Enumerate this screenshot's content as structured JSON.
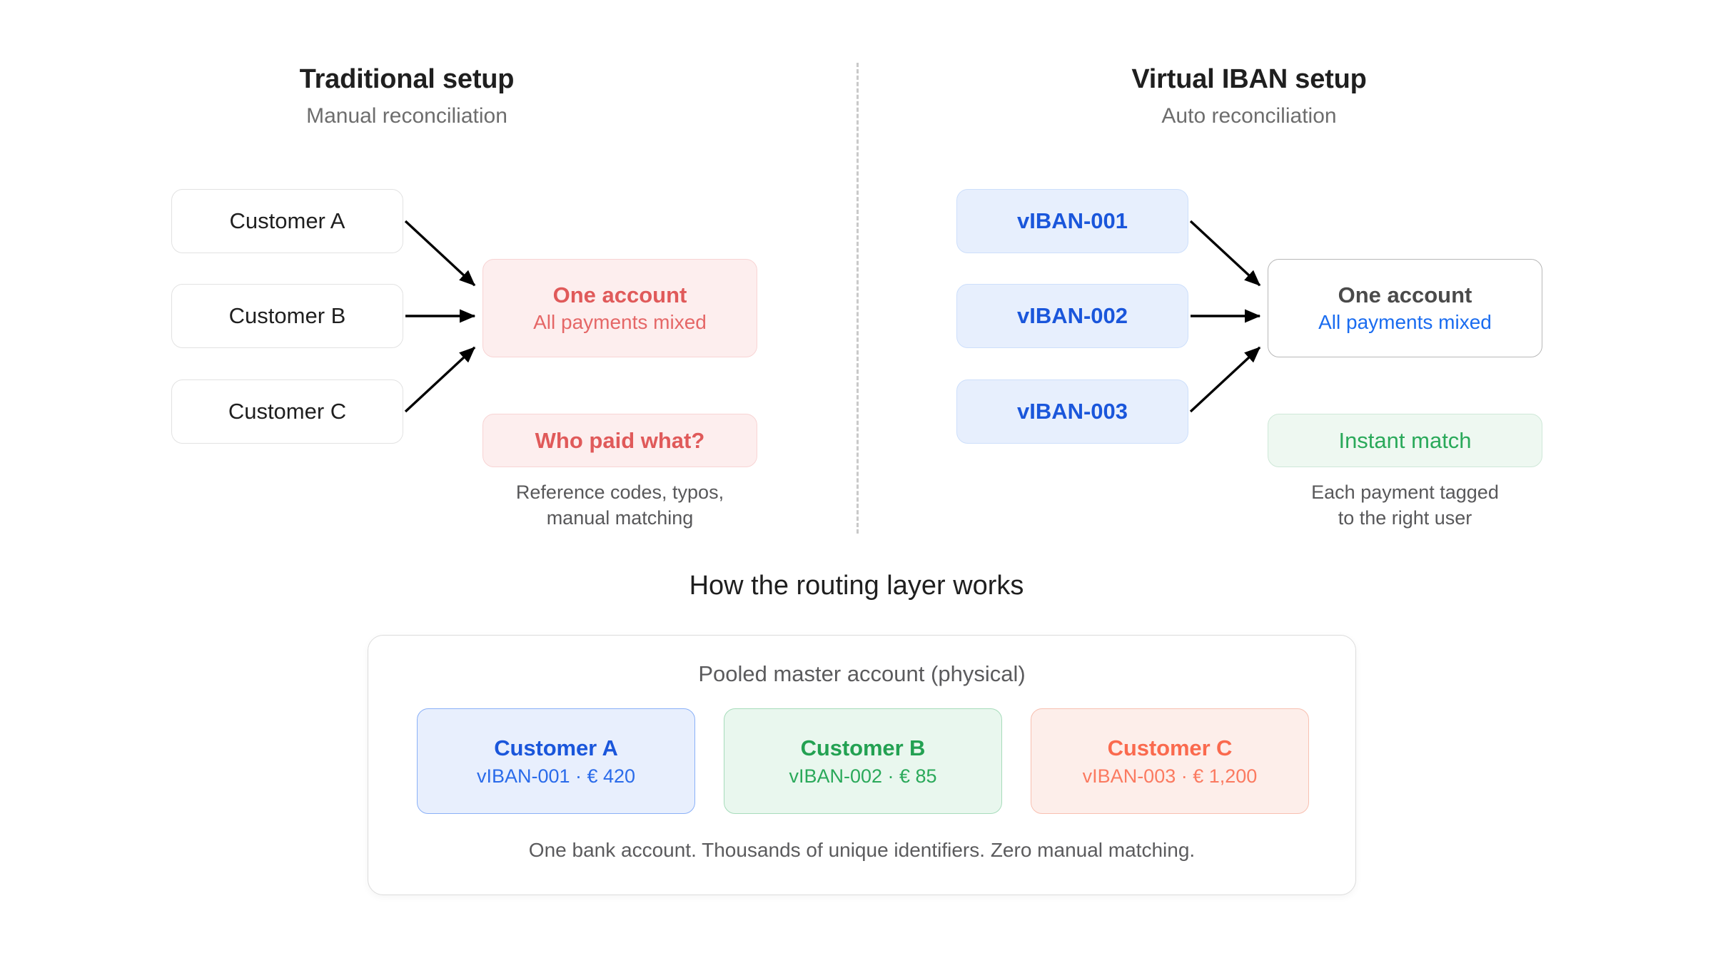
{
  "panels": {
    "left": {
      "title": "Traditional setup",
      "subtitle": "Manual reconciliation",
      "sources": [
        {
          "label": "Customer A"
        },
        {
          "label": "Customer B"
        },
        {
          "label": "Customer C"
        }
      ],
      "target": {
        "title": "One account",
        "subtitle": "All payments mixed"
      },
      "outcome": {
        "label": "Who paid what?"
      },
      "caption_line1": "Reference codes, typos,",
      "caption_line2": "manual matching"
    },
    "right": {
      "title": "Virtual IBAN setup",
      "subtitle": "Auto reconciliation",
      "sources": [
        {
          "label": "vIBAN-001"
        },
        {
          "label": "vIBAN-002"
        },
        {
          "label": "vIBAN-003"
        }
      ],
      "target": {
        "title": "One account",
        "subtitle": "All payments mixed"
      },
      "outcome": {
        "label": "Instant match"
      },
      "caption_line1": "Each payment tagged",
      "caption_line2": "to the right  user"
    }
  },
  "routing": {
    "section_title": "How the routing layer works",
    "pool_heading": "Pooled master account (physical)",
    "chips": [
      {
        "name": "Customer A",
        "detail": "vIBAN-001 · € 420"
      },
      {
        "name": "Customer B",
        "detail": "vIBAN-002 · € 85"
      },
      {
        "name": "Customer C",
        "detail": "vIBAN-003 · € 1,200"
      }
    ],
    "footer": "One bank account. Thousands of unique identifiers. Zero manual matching."
  },
  "colors": {
    "blue": "#1a56db",
    "green": "#2aa95a",
    "red": "#e05a5a",
    "orange_red": "#fa6a4e",
    "text_dark": "#1f1f1f",
    "text_muted": "#6d6d6d",
    "border_light": "#e2e2e2",
    "background": "#ffffff"
  }
}
